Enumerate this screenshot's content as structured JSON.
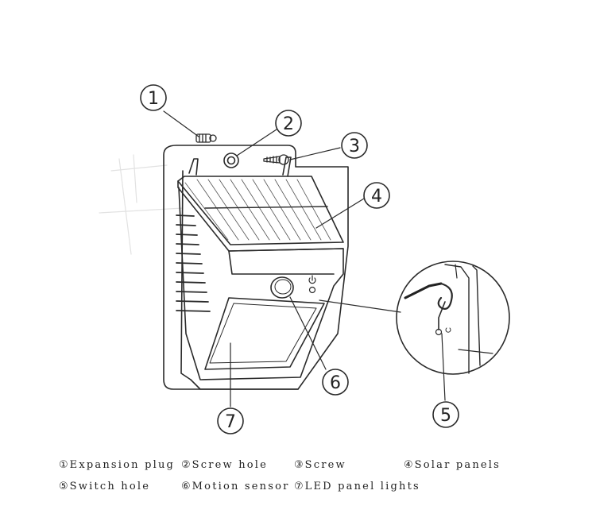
{
  "callouts": [
    {
      "id": 1,
      "num": "1"
    },
    {
      "id": 2,
      "num": "2"
    },
    {
      "id": 3,
      "num": "3"
    },
    {
      "id": 4,
      "num": "4"
    },
    {
      "id": 5,
      "num": "5"
    },
    {
      "id": 6,
      "num": "6"
    },
    {
      "id": 7,
      "num": "7"
    }
  ],
  "legend": [
    {
      "num": "①",
      "label": "Expansion plug"
    },
    {
      "num": "②",
      "label": "Screw hole"
    },
    {
      "num": "③",
      "label": "Screw"
    },
    {
      "num": "④",
      "label": "Solar panels"
    },
    {
      "num": "⑤",
      "label": "Switch hole"
    },
    {
      "num": "⑥",
      "label": "Motion sensor"
    },
    {
      "num": "⑦",
      "label": "LED panel lights"
    }
  ]
}
